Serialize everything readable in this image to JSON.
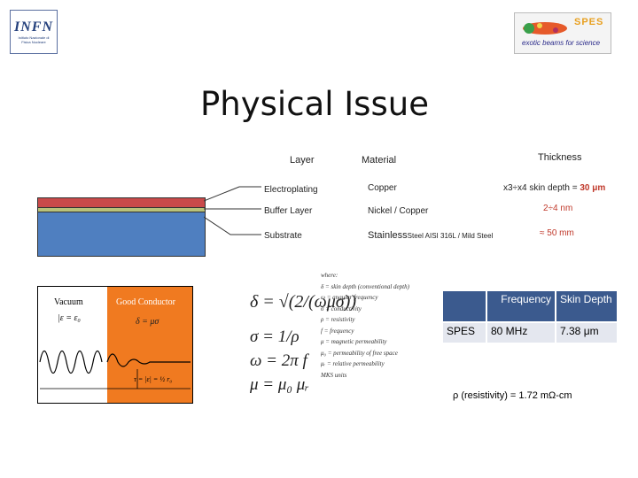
{
  "logos": {
    "infn": {
      "big": "INFN",
      "small": "Istituto Nazionale di Fisica Nucleare"
    },
    "spes": {
      "word": "SPES",
      "tagline": "exotic beams for science"
    }
  },
  "title": "Physical Issue",
  "headers": {
    "layer": "Layer",
    "material": "Material",
    "thickness": "Thickness"
  },
  "rows": [
    {
      "layer": "Electroplating",
      "material": "Copper",
      "thickness_prefix": "x3÷x4 skin depth = ",
      "thickness_value": "30 μm"
    },
    {
      "layer": "Buffer Layer",
      "material": "Nickel / Copper",
      "thickness_value": "2÷4 nm"
    },
    {
      "layer": "Substrate",
      "material_main": "Stainless",
      "material_tail": "Steel AISI 316L / Mild Steel",
      "thickness_value": "≈ 50 mm"
    }
  ],
  "colors": {
    "copper": "#c94a4a",
    "buffer": "#b9c27a",
    "substrate": "#4f7fc0",
    "conductor": "#f07a20",
    "table_header": "#3b5a8e"
  },
  "figure": {
    "vacuum": "Vacuum",
    "good_conductor": "Good Conductor",
    "eps_eq": "|ε = ε₀",
    "delta_eq": "δ = μσ",
    "decay_eq": "τ = |ε| = ½ r₀"
  },
  "formulas": [
    "δ = √(2/(ωμσ))",
    "σ = 1/ρ",
    "ω = 2π f",
    "μ = μ₀ μᵣ"
  ],
  "legend": {
    "title": "where:",
    "lines": [
      "δ = skin depth (conventional depth)",
      "ω = angular frequency",
      "σ = conductivity",
      "ρ = resistivity",
      "f = frequency",
      "μ = magnetic permeability",
      "μ₀ = permeability of free space",
      "μᵣ = relative permeability",
      "MKS units"
    ]
  },
  "freq_table": {
    "headers": [
      "",
      "Frequency",
      "Skin Depth"
    ],
    "rows": [
      [
        "SPES",
        "80 MHz",
        "7.38 μm"
      ]
    ]
  },
  "rho_note": "ρ (resistivity) = 1.72 mΩ-cm"
}
